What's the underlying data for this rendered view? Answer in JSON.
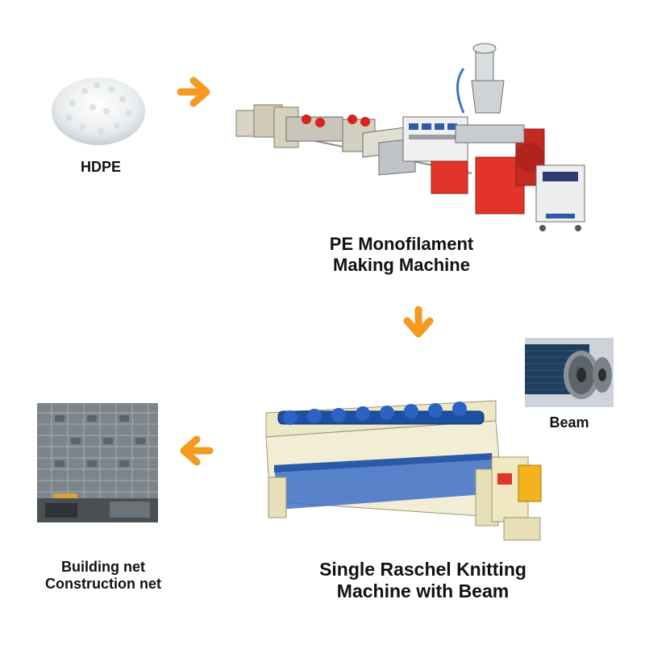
{
  "diagram": {
    "accent_color": "#f39a1f",
    "nodes": {
      "hdpe": {
        "label": "HDPE",
        "icon": "hdpe-pellets-icon"
      },
      "monofilament_machine": {
        "label_line1": "PE Monofilament",
        "label_line2": "Making Machine",
        "icon": "extrusion-line-icon"
      },
      "beam": {
        "label": "Beam",
        "icon": "beam-spool-icon"
      },
      "raschel_machine": {
        "label_line1": "Single Raschel Knitting",
        "label_line2": "Machine with Beam",
        "icon": "raschel-machine-icon"
      },
      "building_net": {
        "label_line1": "Building net",
        "label_line2": "Construction net",
        "icon": "building-net-icon"
      }
    },
    "arrows": [
      {
        "from": "hdpe",
        "to": "monofilament_machine",
        "direction": "right"
      },
      {
        "from": "monofilament_machine",
        "to": "raschel_machine",
        "direction": "down"
      },
      {
        "from": "raschel_machine",
        "to": "building_net",
        "direction": "left"
      }
    ]
  }
}
